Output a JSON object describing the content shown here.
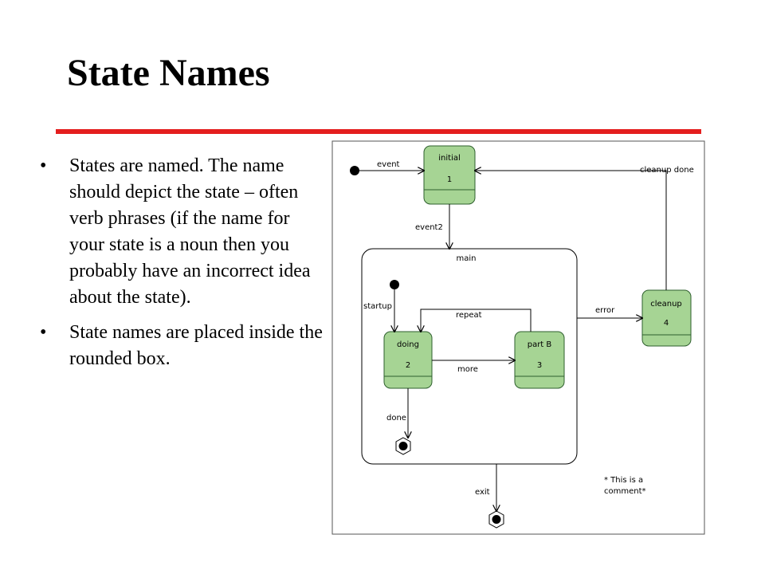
{
  "title": "State Names",
  "bullets": [
    {
      "marker": "•",
      "text": "States are named. The name should depict the state – often verb phrases (if the name for your state is a noun then you probably have an incorrect idea about the state)."
    },
    {
      "marker": "•",
      "text": "State names are placed inside the rounded box."
    }
  ],
  "diagram": {
    "colors": {
      "state_fill": "#a6d494",
      "state_stroke": "#2e5f2e",
      "line": "#000000",
      "rule": "#e41e1e"
    },
    "states": {
      "initial": {
        "name": "initial",
        "number": "1"
      },
      "doing": {
        "name": "doing",
        "number": "2"
      },
      "partB": {
        "name": "part B",
        "number": "3"
      },
      "cleanup": {
        "name": "cleanup",
        "number": "4"
      }
    },
    "composite_label": "main",
    "transitions": {
      "event": "event",
      "event2": "event2",
      "cleanup_done": "cleanup done",
      "startup": "startup",
      "repeat": "repeat",
      "more": "more",
      "error": "error",
      "done": "done",
      "exit": "exit"
    },
    "comment": [
      "* This is a",
      "comment*"
    ]
  }
}
